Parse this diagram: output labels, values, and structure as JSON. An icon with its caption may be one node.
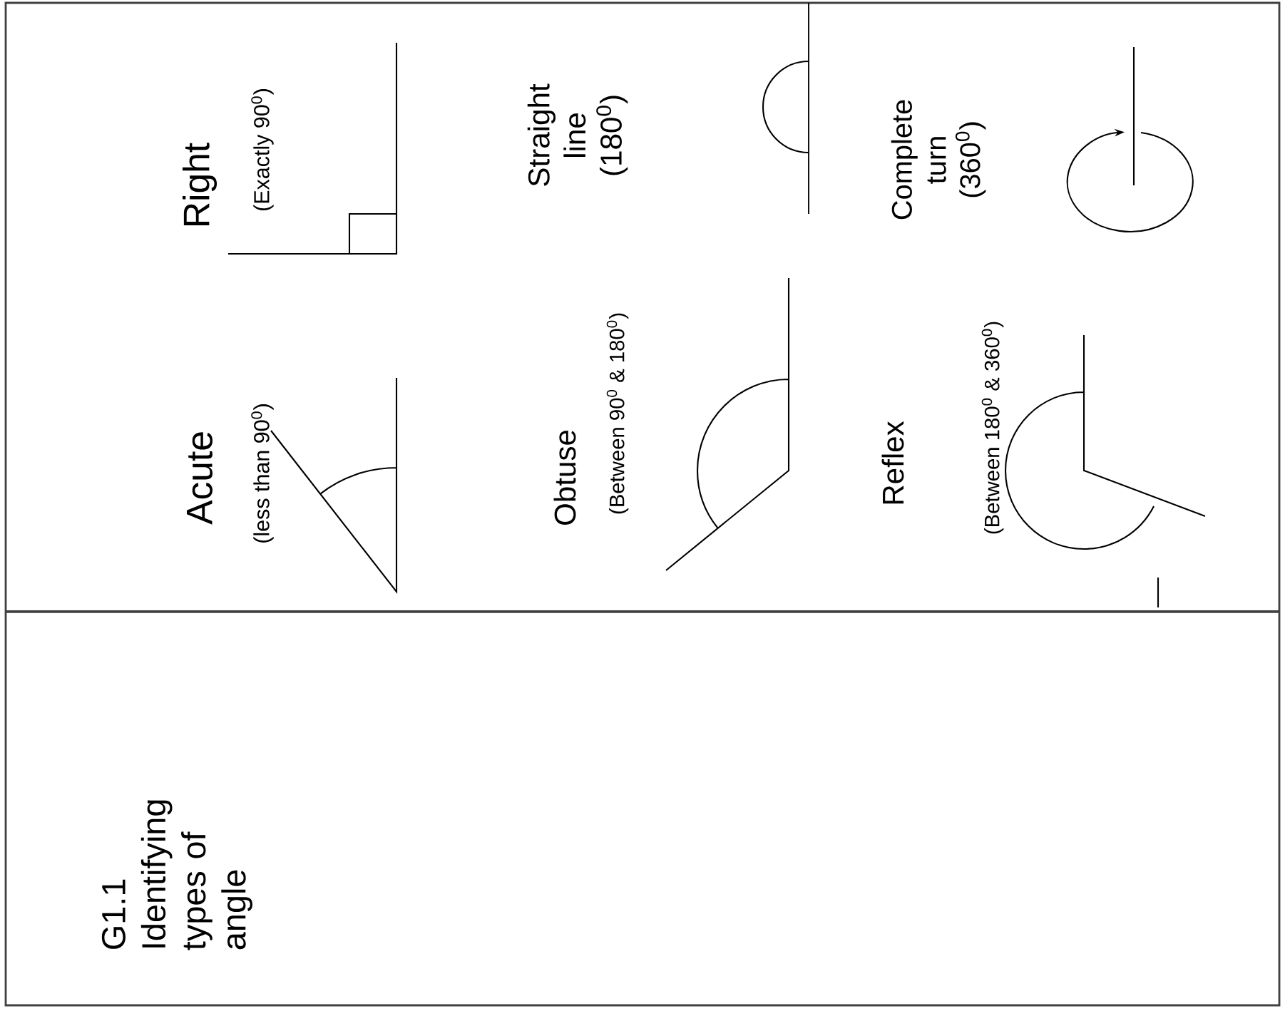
{
  "diagram": {
    "labels": [
      "Acute",
      "(less than 90$^{0}$)",
      "Right",
      "(Exactly 90$^{0}$)",
      "Straight line (180$^{0}$)",
      "Obtuse",
      "(Between 90$^{0}$ & 180$^{0}$)",
      "Complete turn (360$^{0}$)",
      "Reflex",
      "(Between 180$^{0}$ & 360$^{0}$)",
      "G1.1 Identifying types of angle"
    ]
  }
}
